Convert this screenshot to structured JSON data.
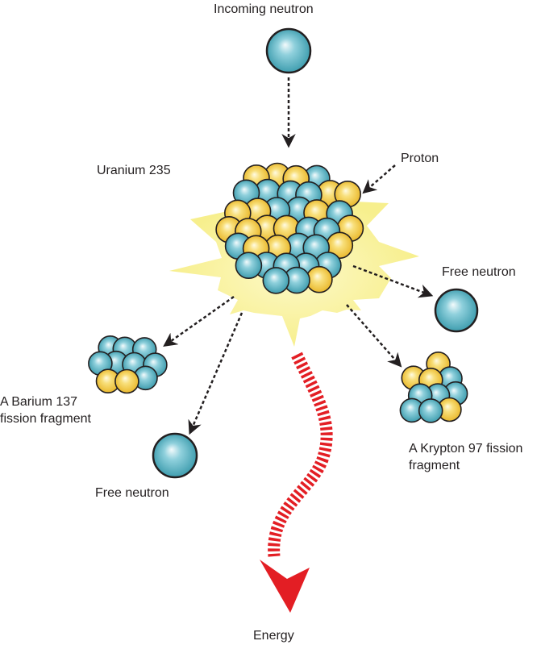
{
  "labels": {
    "incoming_neutron": "Incoming neutron",
    "uranium": "Uranium 235",
    "proton": "Proton",
    "free_neutron_right": "Free neutron",
    "barium_line1": "A Barium 137",
    "barium_line2": "fission fragment",
    "krypton_line1": "A Krypton 97 fission",
    "krypton_line2": "fragment",
    "free_neutron_left": "Free neutron",
    "energy": "Energy"
  },
  "colors": {
    "neutron": "#3fa3b5",
    "proton": "#f2c636",
    "outline": "#231f20",
    "flash": "#f9f3a3",
    "energy": "#e31e24"
  }
}
